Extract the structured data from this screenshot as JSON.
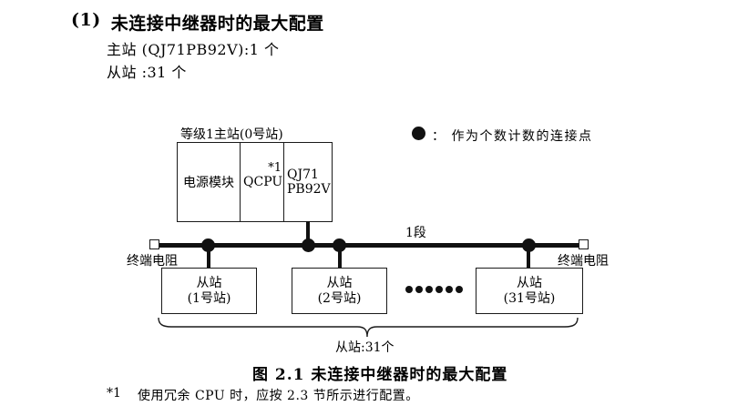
{
  "page": {
    "background": "#ffffff",
    "text_color": "#000000",
    "line_color": "#111111"
  },
  "header": {
    "index": "(1)",
    "title": "未连接中继器时的最大配置",
    "spec_master": "主站 (QJ71PB92V):1 个",
    "spec_slave": "从站 :31 个"
  },
  "legend": {
    "text": "： 作为个数计数的连接点"
  },
  "diagram": {
    "master_label": "等级1主站(0号站)",
    "modules": {
      "power": "电源模块",
      "cpu": "QCPU",
      "cpu_note": "*1",
      "network_line1": "QJ71",
      "network_line2": "PB92V"
    },
    "segment_label": "1段",
    "terminator_left": "终端电阻",
    "terminator_right": "终端电阻",
    "slaves": [
      {
        "line1": "从站",
        "line2": "(1号站)"
      },
      {
        "line1": "从站",
        "line2": "(2号站)"
      },
      {
        "line1": "从站",
        "line2": "(31号站)"
      }
    ],
    "brace_label": "从站:31个"
  },
  "caption": "图 2.1 未连接中继器时的最大配置",
  "footnote": {
    "marker": "*1",
    "text": "使用冗余 CPU 时，应按 2.3 节所示进行配置。"
  },
  "icons": {
    "counting_point": "filled-circle",
    "terminating_resistor": "open-square",
    "ellipsis": "six-filled-dots"
  }
}
